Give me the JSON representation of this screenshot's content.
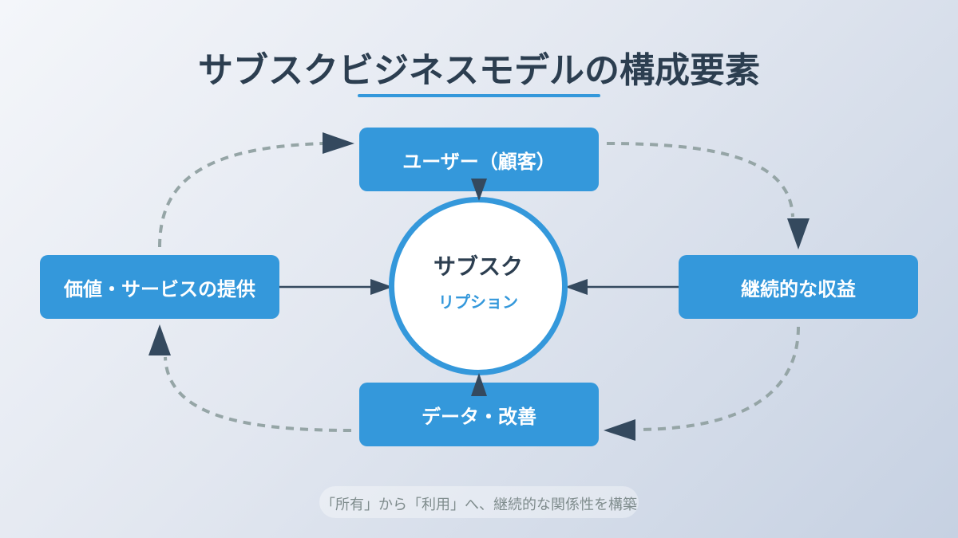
{
  "title": "サブスクビジネスモデルの構成要素",
  "hub": {
    "line1": "サブスク",
    "line2": "リプション"
  },
  "nodes": {
    "top": "ユーザー（顧客）",
    "right": "継続的な収益",
    "bottom": "データ・改善",
    "left": "価値・サービスの提供"
  },
  "caption": "「所有」から「利用」へ、継続的な関係性を構築",
  "colors": {
    "accent": "#3498db",
    "title_text": "#2c3e50",
    "arrow_head": "#34495e",
    "dashed_line": "#95a5a6",
    "caption_text": "#7f8c8d"
  },
  "icons": {
    "solid_arrow": "arrow-right-icon",
    "cycle_arrow": "dashed-curved-arrow-icon"
  }
}
